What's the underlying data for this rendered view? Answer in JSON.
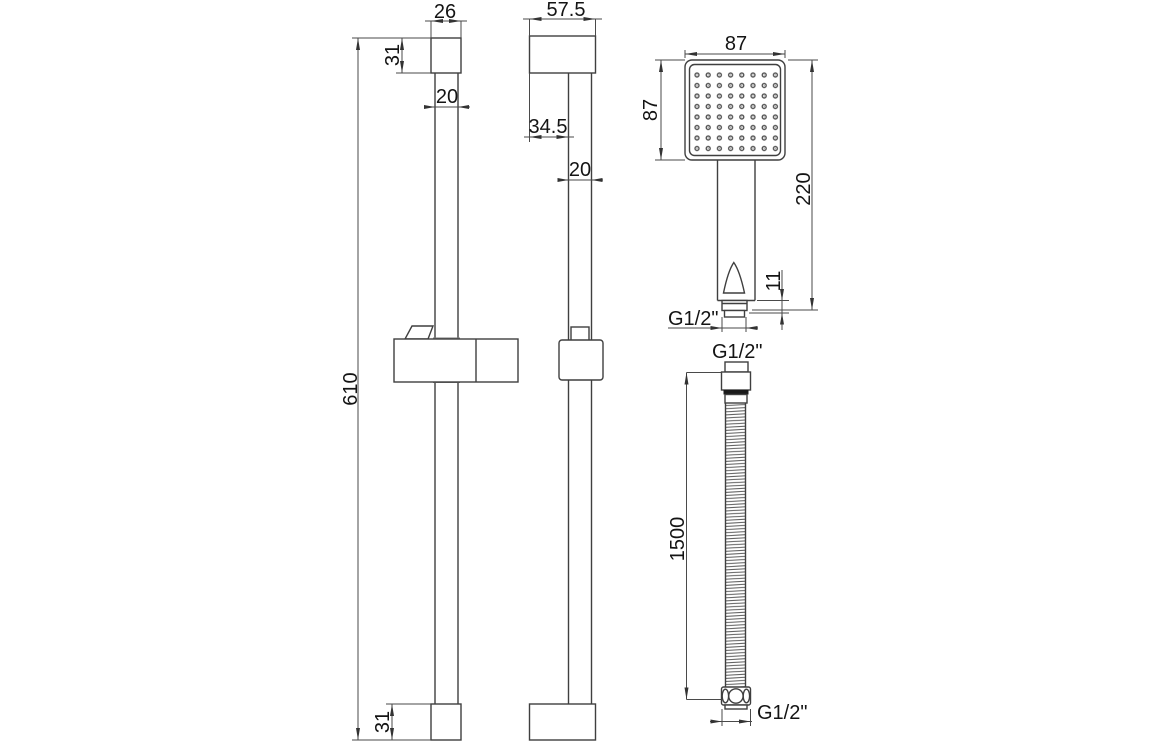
{
  "drawing": {
    "title": "Shower riser rail kit dimensional drawing",
    "views": {
      "rail_front": {
        "labels": {
          "top_bracket_width": "26",
          "top_bracket_height": "31",
          "rail_width": "20",
          "overall_height": "610",
          "bottom_bracket_height": "31"
        }
      },
      "rail_side": {
        "labels": {
          "bracket_depth": "57.5",
          "wall_offset": "34.5",
          "rail_depth": "20"
        }
      },
      "handset": {
        "labels": {
          "head_width": "87",
          "head_height": "87",
          "overall_length": "220",
          "outlet_height": "11",
          "thread": "G1/2\""
        }
      },
      "hose": {
        "labels": {
          "top_thread": "G1/2\"",
          "length": "1500",
          "bottom_thread": "G1/2\""
        }
      }
    }
  }
}
